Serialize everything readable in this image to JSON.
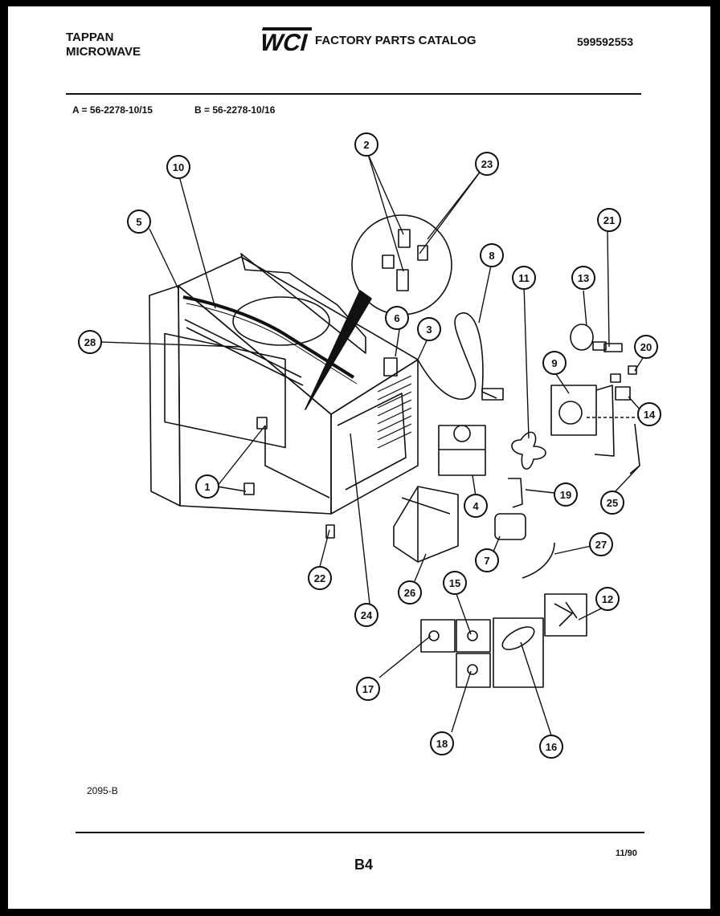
{
  "header": {
    "brand_line1": "TAPPAN",
    "brand_line2": "MICROWAVE",
    "logo_text": "WCI",
    "catalog_title": "FACTORY PARTS CATALOG",
    "part_number": "599592553"
  },
  "models": {
    "a": "A = 56-2278-10/15",
    "b": "B = 56-2278-10/16"
  },
  "figure_id": "2095-B",
  "footer": {
    "page": "B4",
    "date": "11/90"
  },
  "callouts": [
    "1",
    "2",
    "3",
    "4",
    "5",
    "6",
    "7",
    "8",
    "9",
    "10",
    "11",
    "12",
    "13",
    "14",
    "15",
    "16",
    "17",
    "18",
    "19",
    "20",
    "21",
    "22",
    "23",
    "24",
    "25",
    "26",
    "27",
    "28"
  ]
}
